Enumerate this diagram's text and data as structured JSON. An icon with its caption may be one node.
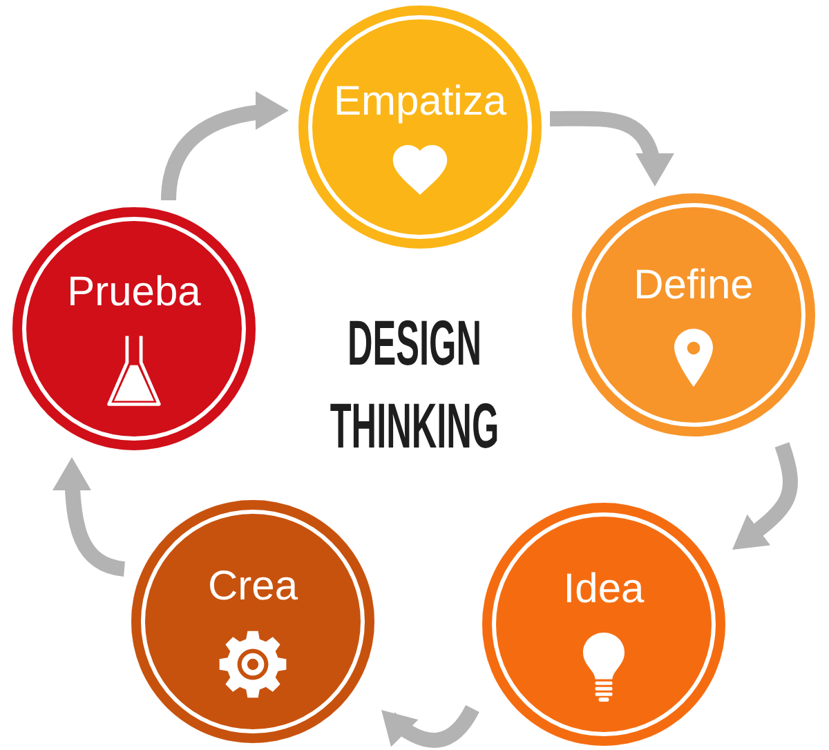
{
  "diagram": {
    "title": "DESIGN THINKING",
    "nodes": [
      {
        "text": [
          "Empatiza"
        ]
      },
      {
        "text": [
          "Define"
        ]
      },
      {
        "text": [
          "Idea"
        ]
      },
      {
        "text": [
          "Crea"
        ]
      },
      {
        "text": [
          "Prueba"
        ]
      }
    ],
    "edges": [
      {
        "from": 0,
        "to": 1,
        "arrow": "to"
      },
      {
        "from": 1,
        "to": 2,
        "arrow": "to"
      },
      {
        "from": 2,
        "to": 3,
        "arrow": "to"
      },
      {
        "from": 3,
        "to": 4,
        "arrow": "to"
      },
      {
        "from": 4,
        "to": 0,
        "arrow": "to"
      }
    ]
  }
}
